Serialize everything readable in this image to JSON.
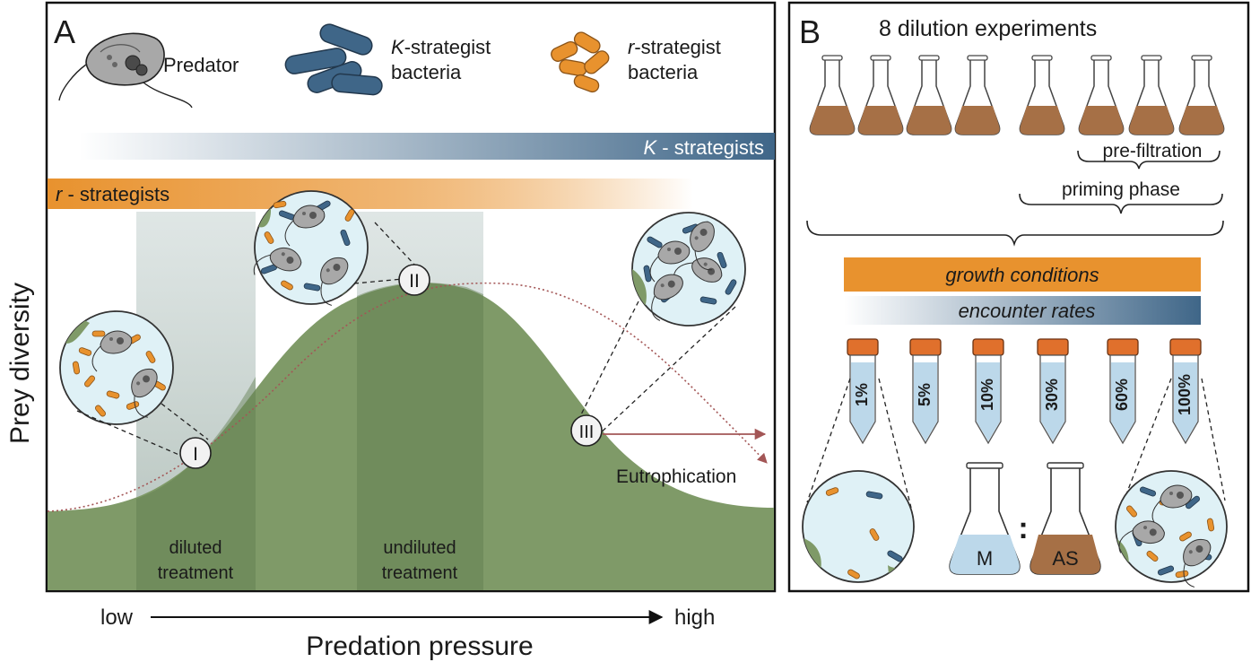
{
  "panel_a": {
    "letter": "A",
    "legend": {
      "predator": "Predator",
      "k_label_italic": "K",
      "k_label_rest": "-strategist",
      "k_label_line2": "bacteria",
      "r_label_italic": "r",
      "r_label_rest": "-strategist",
      "r_label_line2": "bacteria"
    },
    "k_bar": {
      "italic": "K",
      "rest": " - strategists"
    },
    "r_bar": {
      "italic": "r",
      "rest": " - strategists"
    },
    "y_axis_label": "Prey diversity",
    "x_axis_label": "Predation pressure",
    "x_low": "low",
    "x_high": "high",
    "markers": [
      "I",
      "II",
      "III"
    ],
    "diluted": [
      "diluted",
      "treatment"
    ],
    "undiluted": [
      "undiluted",
      "treatment"
    ],
    "eutrophication": "Eutrophication"
  },
  "panel_b": {
    "letter": "B",
    "title": "8 dilution experiments",
    "pre_filtration": "pre-filtration",
    "priming_phase": "priming phase",
    "growth_conditions": "growth conditions",
    "encounter_rates": "encounter rates",
    "tubes": [
      "1%",
      "5%",
      "10%",
      "30%",
      "60%",
      "100%"
    ],
    "flask_m": "M",
    "flask_as": "AS",
    "ratio_sep": ":"
  },
  "colors": {
    "green": "#7f9a68",
    "green_dark": "#5f7d4d",
    "orange": "#e8922e",
    "blue": "#3f6688",
    "brown": "#a67046",
    "water": "#dff1f6",
    "tube_liquid": "#bcd8ea"
  }
}
